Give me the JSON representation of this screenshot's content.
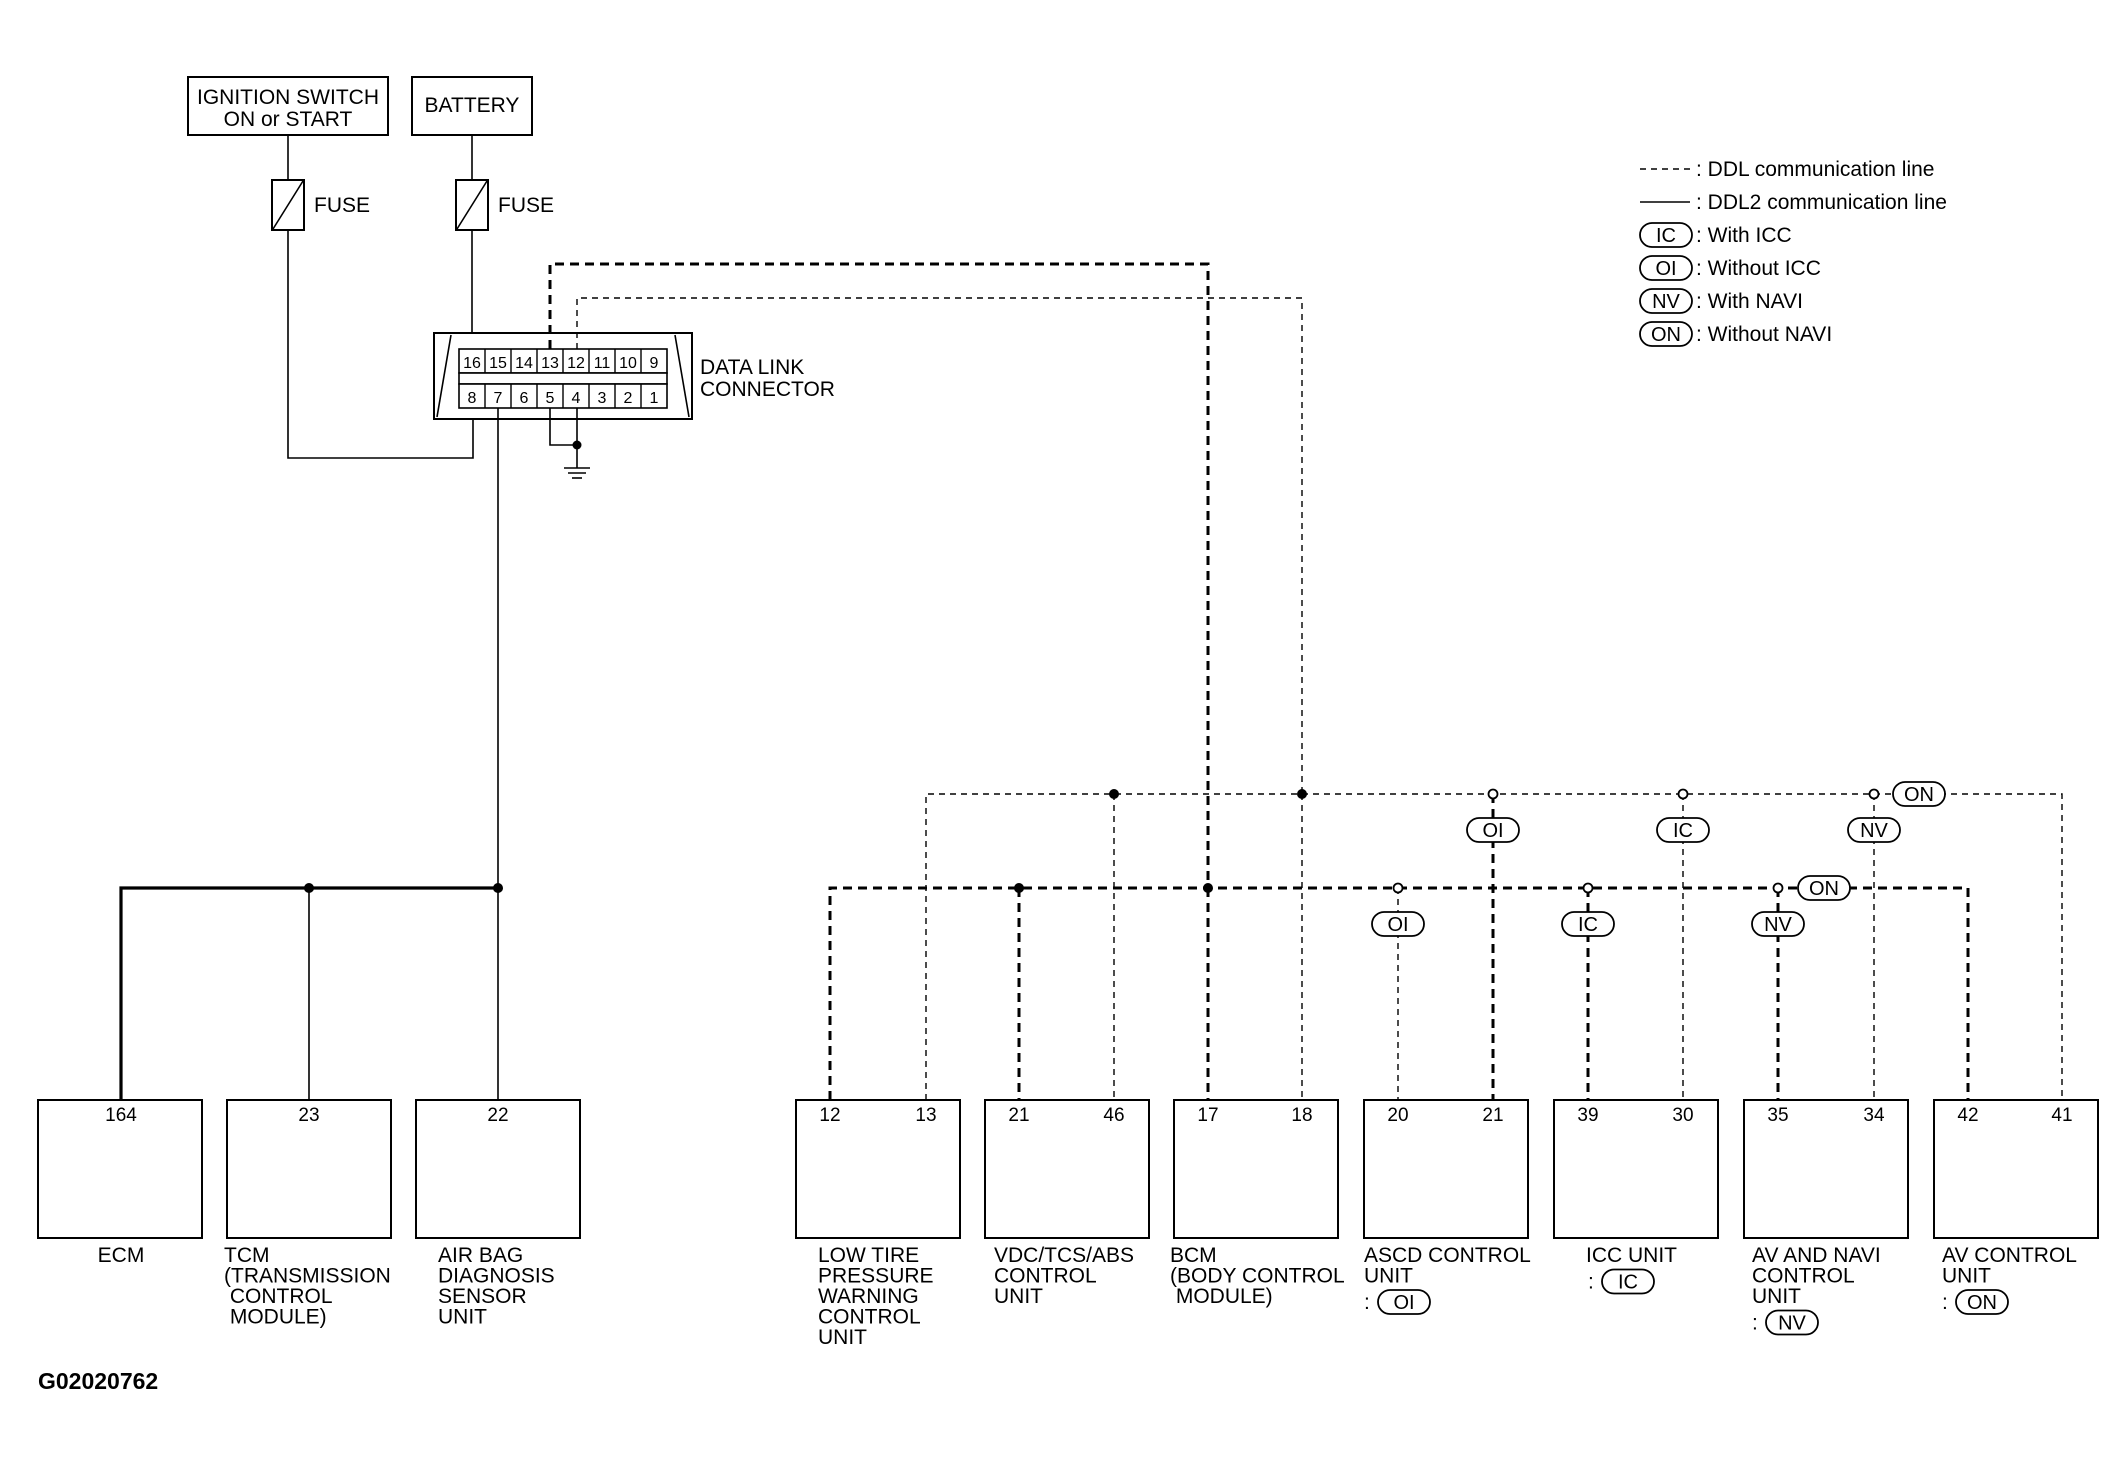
{
  "power": {
    "ignition_switch": [
      "IGNITION SWITCH",
      "ON or START"
    ],
    "battery": "BATTERY",
    "fuse": "FUSE"
  },
  "dlc": {
    "label": [
      "DATA LINK",
      "CONNECTOR"
    ],
    "top_pins": [
      "16",
      "15",
      "14",
      "13",
      "12",
      "11",
      "10",
      "9"
    ],
    "bottom_pins": [
      "8",
      "7",
      "6",
      "5",
      "4",
      "3",
      "2",
      "1"
    ]
  },
  "legend": [
    {
      "kind": "dash",
      "text": ": DDL communication line"
    },
    {
      "kind": "solid",
      "text": ": DDL2 communication line"
    },
    {
      "kind": "badge",
      "badge": "IC",
      "text": ": With ICC"
    },
    {
      "kind": "badge",
      "badge": "OI",
      "text": ": Without ICC"
    },
    {
      "kind": "badge",
      "badge": "NV",
      "text": ": With NAVI"
    },
    {
      "kind": "badge",
      "badge": "ON",
      "text": ": Without NAVI"
    }
  ],
  "units": [
    {
      "id": "ecm",
      "pins": [
        "164"
      ],
      "name": [
        "ECM"
      ]
    },
    {
      "id": "tcm",
      "pins": [
        "23"
      ],
      "name": [
        "TCM",
        "(TRANSMISSION",
        " CONTROL",
        " MODULE)"
      ]
    },
    {
      "id": "airbag",
      "pins": [
        "22"
      ],
      "name": [
        "AIR BAG",
        "DIAGNOSIS",
        "SENSOR",
        "UNIT"
      ]
    },
    {
      "id": "low-tire",
      "pins": [
        "12",
        "13"
      ],
      "name": [
        "LOW TIRE",
        "PRESSURE",
        "WARNING",
        "CONTROL",
        "UNIT"
      ]
    },
    {
      "id": "vdc",
      "pins": [
        "21",
        "46"
      ],
      "name": [
        "VDC/TCS/ABS",
        "CONTROL",
        "UNIT"
      ]
    },
    {
      "id": "bcm",
      "pins": [
        "17",
        "18"
      ],
      "name": [
        "BCM",
        "(BODY CONTROL",
        " MODULE)"
      ]
    },
    {
      "id": "ascd",
      "pins": [
        "20",
        "21"
      ],
      "name": [
        "ASCD CONTROL",
        "UNIT"
      ],
      "cond": "OI"
    },
    {
      "id": "icc",
      "pins": [
        "39",
        "30"
      ],
      "name": [
        "ICC UNIT"
      ],
      "cond": "IC"
    },
    {
      "id": "av-navi",
      "pins": [
        "35",
        "34"
      ],
      "name": [
        "AV AND NAVI",
        "CONTROL",
        "UNIT"
      ],
      "cond": "NV"
    },
    {
      "id": "av",
      "pins": [
        "42",
        "41"
      ],
      "name": [
        "AV CONTROL",
        "UNIT"
      ],
      "cond": "ON"
    }
  ],
  "branch_badges": {
    "upper": [
      "OI",
      "IC",
      "NV",
      "ON"
    ],
    "lower": [
      "OI",
      "IC",
      "NV",
      "ON"
    ]
  },
  "reference": "G02020762"
}
